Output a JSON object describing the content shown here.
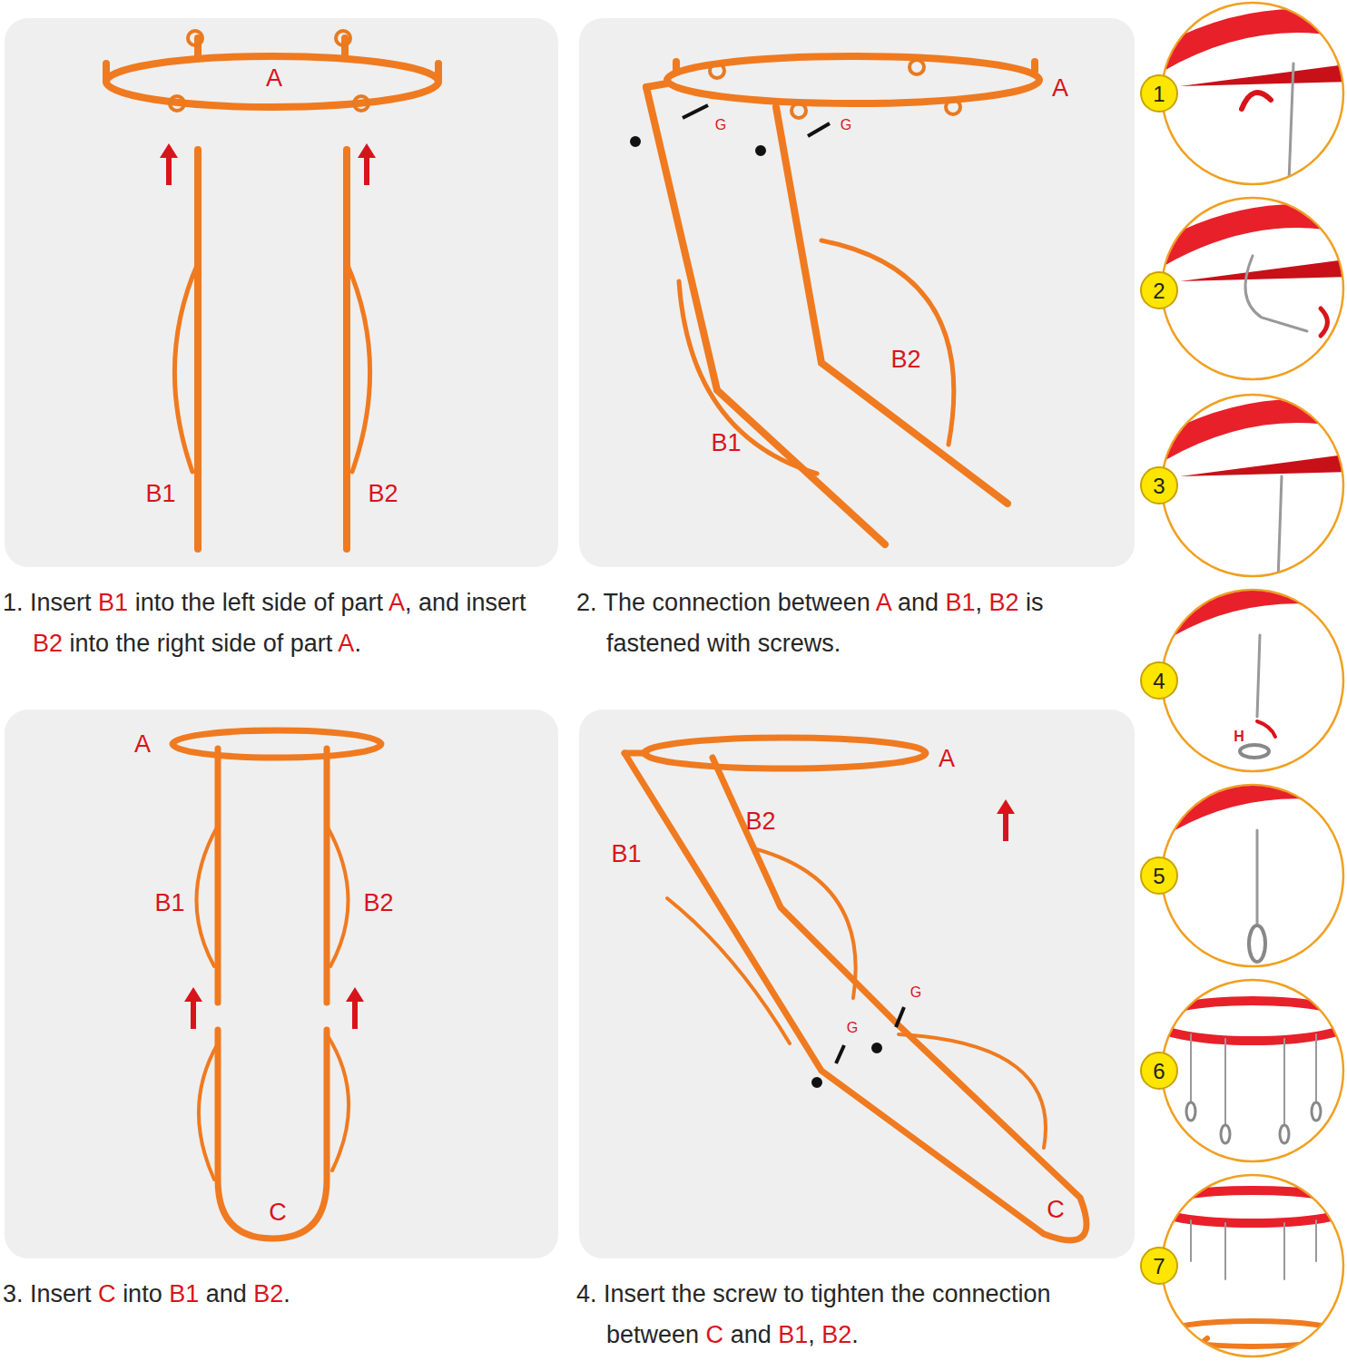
{
  "diagram": {
    "nodes": [
      {
        "text": [
          "A",
          "B1",
          "B2"
        ]
      },
      {
        "text": [
          "A",
          "G",
          "G",
          "B2",
          "B1"
        ]
      },
      {
        "text": [
          "A",
          "B1",
          "B2",
          "C"
        ]
      },
      {
        "text": [
          "A",
          "B2",
          "B1",
          "G",
          "G",
          "C"
        ]
      },
      {
        "text": [
          "1"
        ]
      },
      {
        "text": [
          "2"
        ]
      },
      {
        "text": [
          "3"
        ]
      },
      {
        "text": [
          "4"
        ]
      },
      {
        "text": [
          "5"
        ]
      },
      {
        "text": [
          "6"
        ]
      },
      {
        "text": [
          "7"
        ]
      }
    ],
    "labels": [
      "1. Insert B1 into the left side of part A, and insert B2 into the right side of part A.",
      "2. The connection between A and B1, B2 is fastened with screws.",
      "3. Insert C into B1 and B2.",
      "4. Insert the screw to tighten the connection between C and B1, B2.",
      "H"
    ]
  }
}
